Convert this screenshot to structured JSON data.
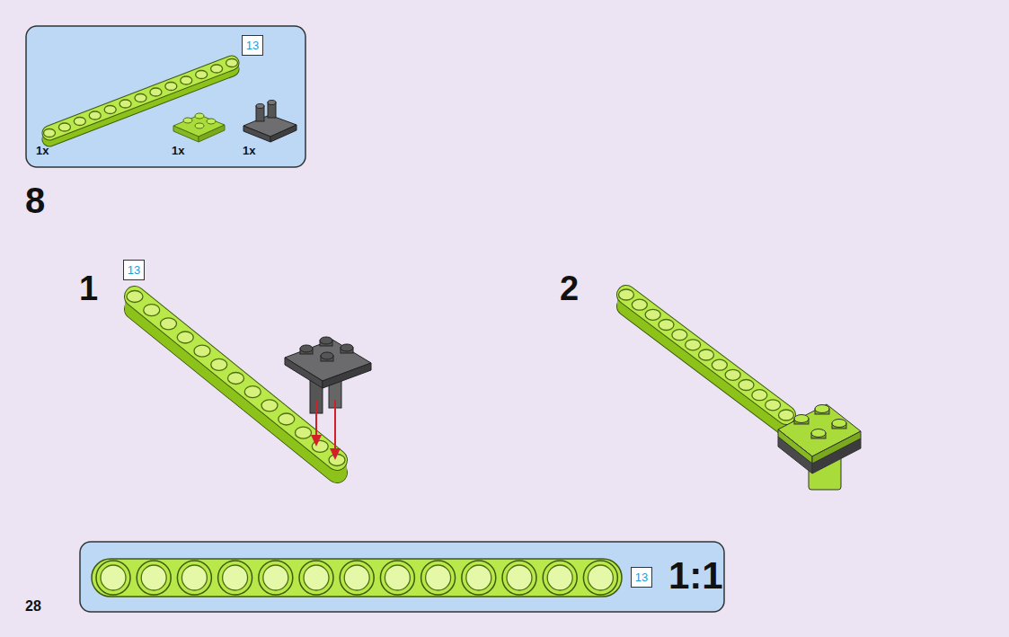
{
  "diagram": {
    "nodes": [
      {
        "text": [
          "13",
          "1x",
          "1x",
          "1x"
        ]
      },
      {
        "text": [
          "13",
          "1:1"
        ]
      }
    ],
    "labels": [
      "8",
      "1",
      "13",
      "2",
      "28"
    ]
  }
}
